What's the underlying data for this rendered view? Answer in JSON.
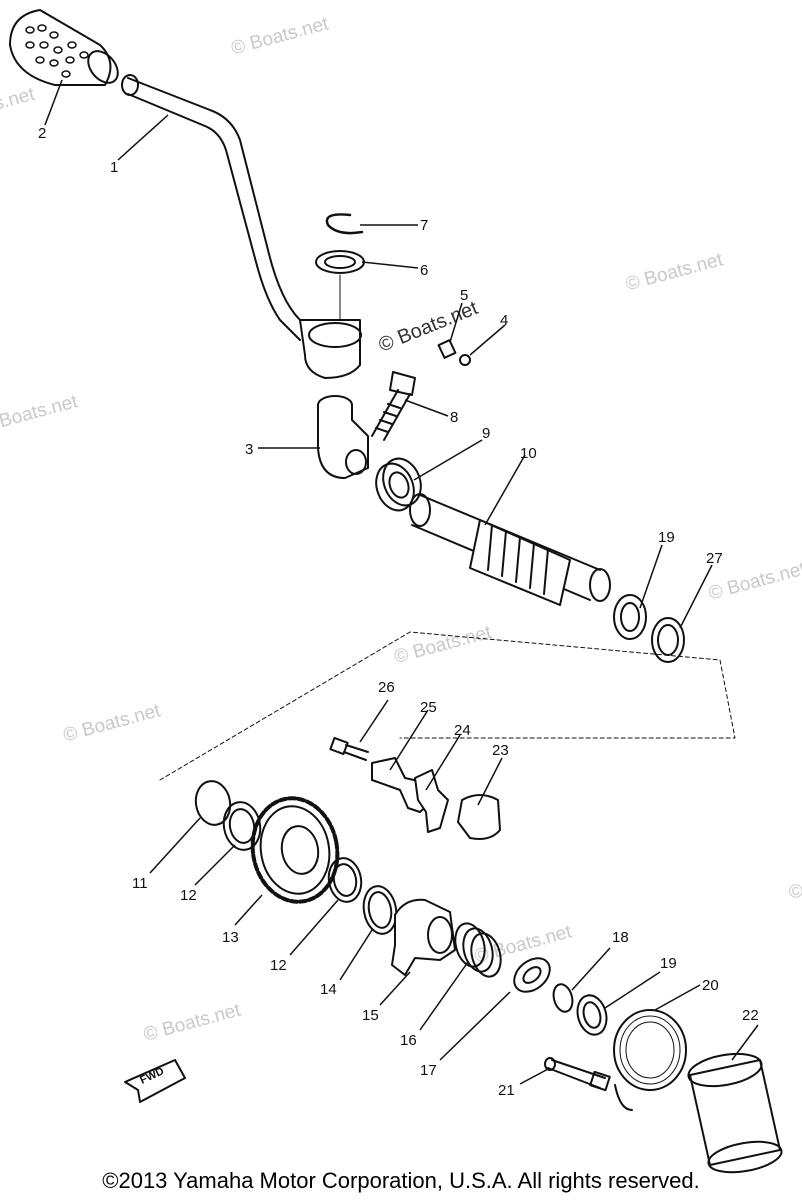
{
  "watermark": "© Boats.net",
  "copyright": "©2013 Yamaha Motor Corporation, U.S.A. All rights reserved.",
  "fwd_label": "FWD",
  "part_numbers": [
    "1",
    "2",
    "3",
    "4",
    "5",
    "6",
    "7",
    "8",
    "9",
    "10",
    "11",
    "12",
    "12",
    "13",
    "14",
    "15",
    "16",
    "17",
    "18",
    "19",
    "19",
    "20",
    "21",
    "22",
    "23",
    "24",
    "25",
    "26",
    "27"
  ],
  "colors": {
    "ink": "#111111",
    "watermark": "#c9c9c9",
    "background": "#ffffff"
  }
}
